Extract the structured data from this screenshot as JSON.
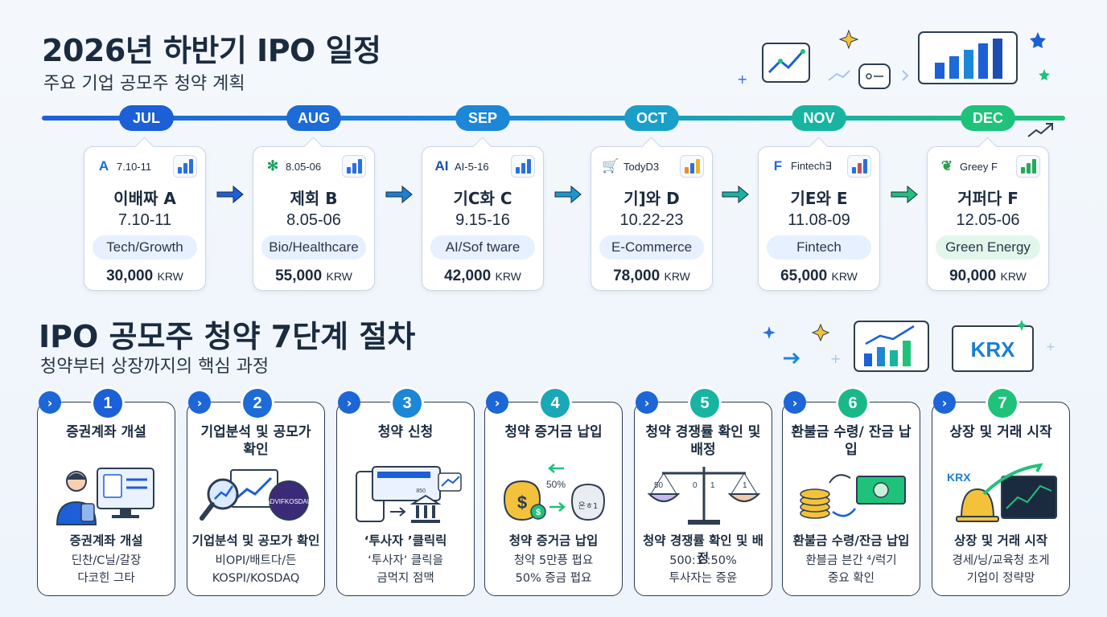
{
  "header": {
    "title": "2026년 하반기 IPO 일정",
    "subtitle": "주요 기업 공모주 청약 계획"
  },
  "timeline": {
    "months": [
      {
        "label": "JUL",
        "color": "#1c5fd6"
      },
      {
        "label": "AUG",
        "color": "#1c6bd6"
      },
      {
        "label": "SEP",
        "color": "#1b87d6"
      },
      {
        "label": "OCT",
        "color": "#1aa0c8"
      },
      {
        "label": "NOV",
        "color": "#18b4a2"
      },
      {
        "label": "DEC",
        "color": "#1fc27a"
      }
    ],
    "companies": [
      {
        "logo_text": "A",
        "logo_color": "#1c6bd6",
        "head_text": "7.10-11",
        "name": "이배짜 A",
        "date": "7.10-11",
        "sector": "Tech/Growth",
        "tag_color": "#e6f0ff",
        "price": "30,000",
        "currency": "KRW",
        "bar_colors": [
          "#2a6fe0",
          "#2a6fe0",
          "#2a6fe0"
        ]
      },
      {
        "logo_text": "✻",
        "logo_color": "#1b9e5e",
        "head_text": "8.05-06",
        "name": "제회 B",
        "date": "8.05-06",
        "sector": "Bio/Healthcare",
        "tag_color": "#e6f0ff",
        "price": "55,000",
        "currency": "KRW",
        "bar_colors": [
          "#2a6fe0",
          "#2a6fe0",
          "#2a6fe0"
        ]
      },
      {
        "logo_text": "AI",
        "logo_color": "#1c4fb0",
        "head_text": "AI-5-16",
        "name": "기C화 C",
        "date": "9.15-16",
        "sector": "AI/Sof tware",
        "tag_color": "#e6f0ff",
        "price": "42,000",
        "currency": "KRW",
        "bar_colors": [
          "#2a6fe0",
          "#2a6fe0",
          "#2a6fe0"
        ]
      },
      {
        "logo_text": "🛒",
        "logo_color": "#e2622a",
        "head_text": "TodyD3",
        "name": "기]와 D",
        "date": "10.22-23",
        "sector": "E-Commerce",
        "tag_color": "#e6f0ff",
        "price": "78,000",
        "currency": "KRW",
        "bar_colors": [
          "#f08a2a",
          "#2a6fe0",
          "#f0b42a"
        ]
      },
      {
        "logo_text": "F",
        "logo_color": "#1c6bd6",
        "head_text": "Fintech∃",
        "name": "기E와 E",
        "date": "11.08-09",
        "sector": "Fintech",
        "tag_color": "#e6f0ff",
        "price": "65,000",
        "currency": "KRW",
        "bar_colors": [
          "#2a6fe0",
          "#c0505a",
          "#2a6fe0"
        ]
      },
      {
        "logo_text": "❦",
        "logo_color": "#2e9e4e",
        "head_text": "Greey F",
        "name": "거퍼다 F",
        "date": "12.05-06",
        "sector": "Green Energy",
        "tag_color": "#e3f6ec",
        "price": "90,000",
        "currency": "KRW",
        "bar_colors": [
          "#28a85a",
          "#28a85a",
          "#28a85a"
        ]
      }
    ]
  },
  "process": {
    "title": "IPO 공모주 청약 7단계 절차",
    "subtitle": "청약부터 상장까지의 핵심 과정",
    "steps": [
      {
        "num": "1",
        "color": "#1c5fd6",
        "title": "증권계좌 개설",
        "sub": "증권계좌 개설",
        "desc": [
          "딘찬/C닐/갈장",
          "다코힌 그타"
        ]
      },
      {
        "num": "2",
        "color": "#1c6bd6",
        "title": "기업분석 및 공모가 확인",
        "sub": "기업분석 및 공모가 확인",
        "desc": [
          "비OPI/배트다/든",
          "KOSPI/KOSDAQ"
        ],
        "badge": "ADVIFKOSDAU"
      },
      {
        "num": "3",
        "color": "#1b87d6",
        "title": "청약 신청",
        "sub": "‘투사자 ’클릭릭",
        "desc": [
          "‘투사자’ 클릭을",
          "금먹지 점맥"
        ],
        "screen_text": "850"
      },
      {
        "num": "4",
        "color": "#18a8b8",
        "title": "청약 증거금 납입",
        "sub": "청약 증거금 납입",
        "desc": [
          "청약 5만픙 펍요",
          "50% 증금 펍요"
        ],
        "pct": "50%",
        "bag_text": "온ㅎ1"
      },
      {
        "num": "5",
        "color": "#18b4a2",
        "title": "청약 경쟁률 확인 및 배정",
        "sub": "청약 경쟁률 확인 및 배정",
        "desc": [
          "500:1 :50%",
          "투사자는 증윤"
        ],
        "scale_left": "50",
        "scale_mid": "0",
        "scale_mid2": "1",
        "scale_right": "1"
      },
      {
        "num": "6",
        "color": "#19b888",
        "title": "환불금 수령/ 잔금 납입",
        "sub": "환불금 수령/잔금 납입",
        "desc": [
          "환블금 븐간 ⁴/럭기",
          "중요 확인"
        ]
      },
      {
        "num": "7",
        "color": "#1fc27a",
        "title": "상장 및 거래 시작",
        "sub": "상장 및 거래 시작",
        "desc": [
          "경세/닝/교육청 초게",
          "기업이 정략망"
        ],
        "logo": "KRX"
      }
    ]
  },
  "decor": {
    "krx_logo": "KRX"
  }
}
